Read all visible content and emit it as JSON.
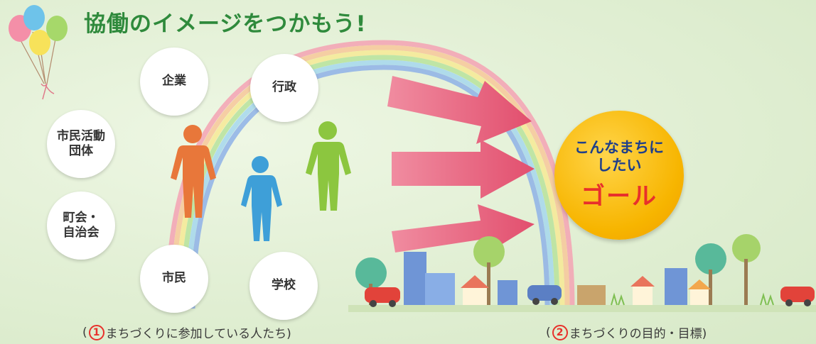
{
  "title": "協働のイメージをつかもう!",
  "participants": {
    "kigyo": "企業",
    "gyosei": "行政",
    "shimin_katsudo": "市民活動\n団体",
    "chokai": "町会・\n自治会",
    "shimin": "市民",
    "gakko": "学校"
  },
  "goal": {
    "line1": "こんなまちに",
    "line2": "したい",
    "word": "ゴール"
  },
  "captions": {
    "left": {
      "open": "(",
      "number": "1",
      "text": "まちづくりに参加している人たち)"
    },
    "right": {
      "open": "(",
      "number": "2",
      "text": "まちづくりの目的・目標)"
    }
  },
  "colors": {
    "title": "#2f8a3c",
    "arrow": "#e8607a",
    "goal_circle": "#f7b500",
    "goal_text": "#1f3f8a",
    "goal_word": "#e8302b",
    "person_orange": "#e8773a",
    "person_blue": "#3e9fd8",
    "person_green": "#8cc63f"
  }
}
